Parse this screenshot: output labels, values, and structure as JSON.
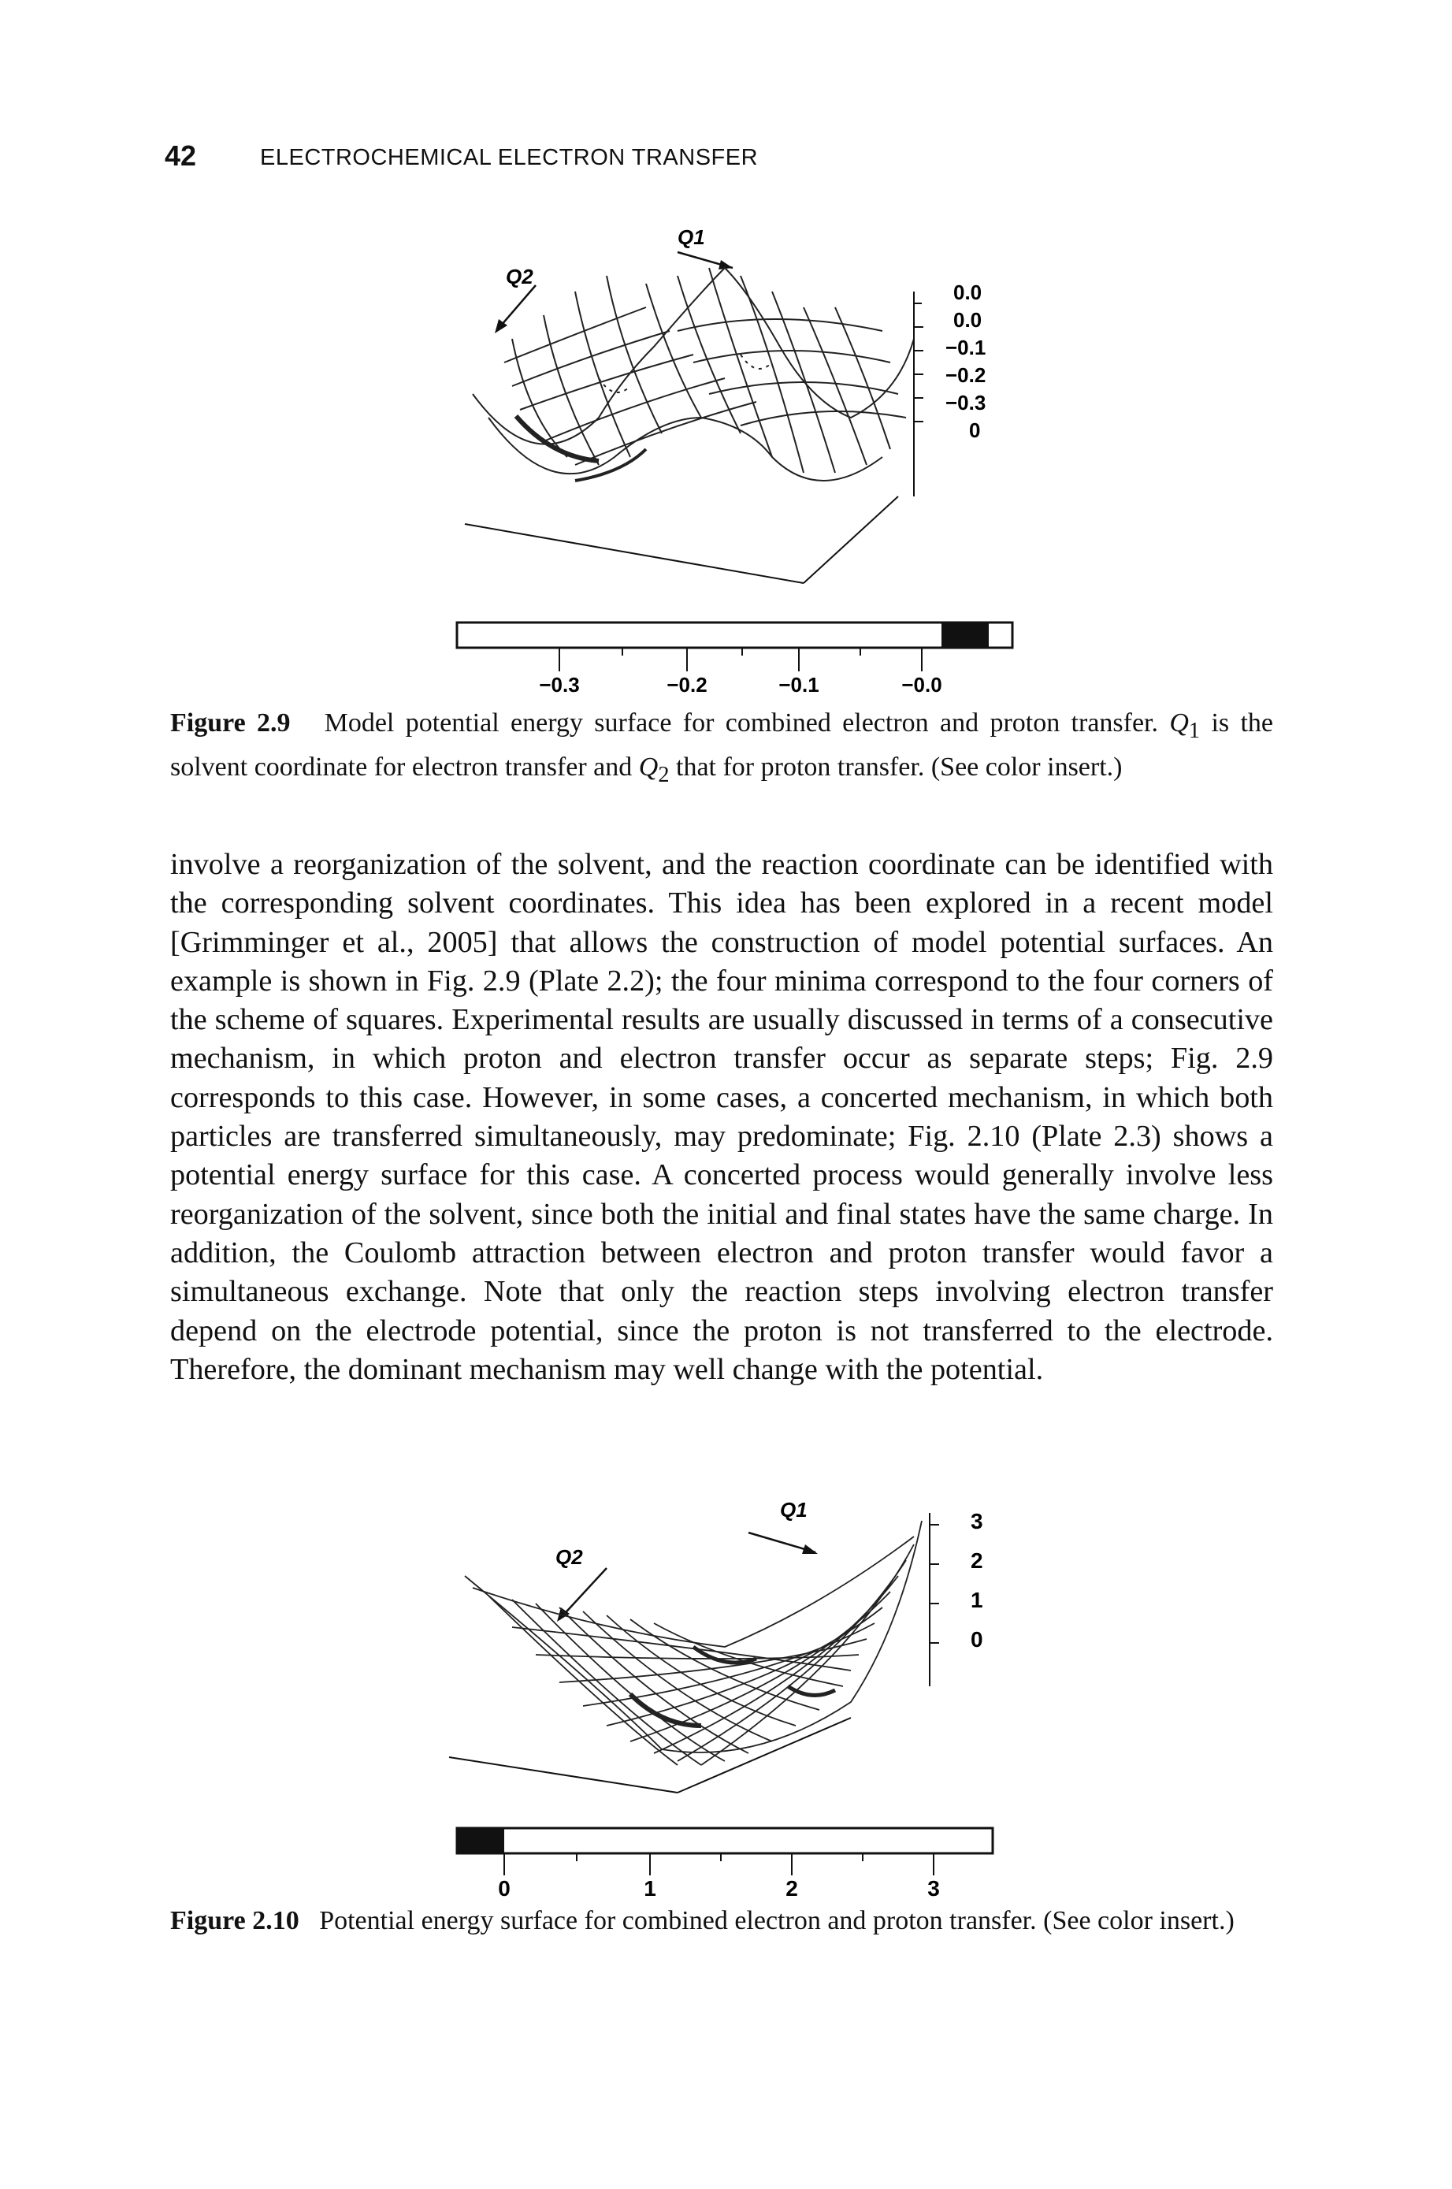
{
  "header": {
    "page_number": "42",
    "running_title": "ELECTROCHEMICAL ELECTRON TRANSFER"
  },
  "figure_2_9": {
    "q1_label": "Q1",
    "q2_label": "Q2",
    "z_tick_labels": [
      "0.0",
      "0.0",
      "−0.1",
      "−0.2",
      "−0.3",
      "0"
    ],
    "colorbar_tick_labels": [
      "−0.3",
      "−0.2",
      "−0.1",
      "−0.0"
    ],
    "caption_label": "Figure 2.9",
    "caption_text_1": "Model potential energy surface for combined electron and proton transfer. ",
    "caption_q1": "Q",
    "caption_q1_sub": "1",
    "caption_text_2": " is the solvent coordinate for electron transfer and ",
    "caption_q2": "Q",
    "caption_q2_sub": "2",
    "caption_text_3": " that for proton transfer. (See color insert.)"
  },
  "body_paragraph": "involve a reorganization of the solvent, and the reaction coordinate can be identified with the corresponding solvent coordinates. This idea has been explored in a recent model [Grimminger et al., 2005] that allows the construction of model potential surfaces. An example is shown in Fig. 2.9 (Plate 2.2); the four minima correspond to the four corners of the scheme of squares. Experimental results are usually discussed in terms of a consecutive mechanism, in which proton and electron transfer occur as separate steps; Fig. 2.9 corresponds to this case. However, in some cases, a concerted mechanism, in which both particles are transferred simultaneously, may predominate; Fig. 2.10 (Plate 2.3) shows a potential energy surface for this case. A concerted process would generally involve less reorganization of the solvent, since both the initial and final states have the same charge. In addition, the Coulomb attraction between electron and proton transfer would favor a simultaneous exchange. Note that only the reaction steps involving electron transfer depend on the electrode potential, since the proton is not transferred to the electrode. Therefore, the dominant mechanism may well change with the potential.",
  "figure_2_10": {
    "q1_label": "Q1",
    "q2_label": "Q2",
    "z_tick_labels": [
      "3",
      "2",
      "1",
      "0"
    ],
    "colorbar_tick_labels": [
      "0",
      "1",
      "2",
      "3"
    ],
    "caption_label": "Figure 2.10",
    "caption_text": "Potential energy surface for combined electron and proton transfer. (See color insert.)"
  }
}
